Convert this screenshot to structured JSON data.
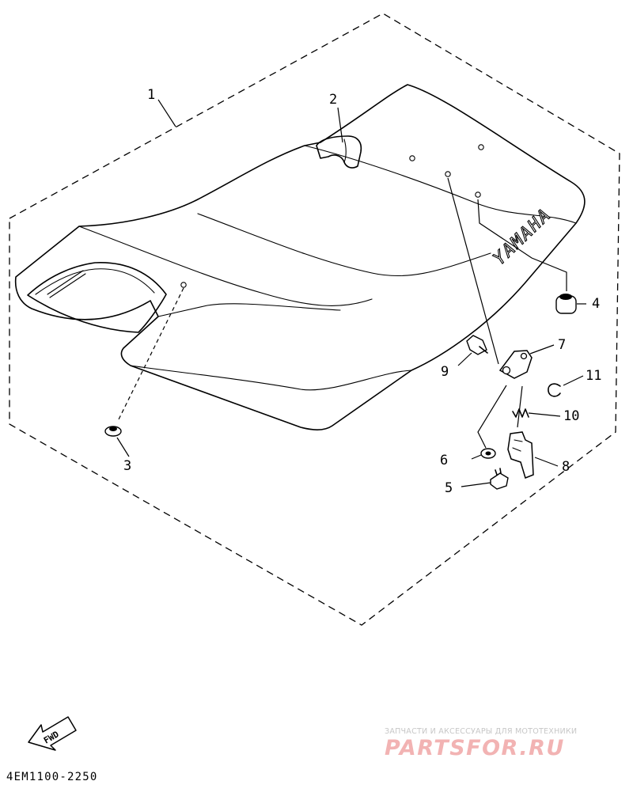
{
  "diagram": {
    "callouts": [
      {
        "id": "1",
        "label": "1"
      },
      {
        "id": "2",
        "label": "2"
      },
      {
        "id": "3",
        "label": "3"
      },
      {
        "id": "4",
        "label": "4"
      },
      {
        "id": "5",
        "label": "5"
      },
      {
        "id": "6",
        "label": "6"
      },
      {
        "id": "7",
        "label": "7"
      },
      {
        "id": "8",
        "label": "8"
      },
      {
        "id": "9",
        "label": "9"
      },
      {
        "id": "10",
        "label": "10"
      },
      {
        "id": "11",
        "label": "11"
      }
    ],
    "seat_brand": "YAMAHA",
    "fwd_label": "FWD",
    "diagram_code": "4EM1100-2250"
  },
  "watermark": {
    "tagline": "ЗАПЧАСТИ И АКСЕССУАРЫ ДЛЯ МОТОТЕХНИКИ",
    "site": "PARTSFOR.RU"
  }
}
